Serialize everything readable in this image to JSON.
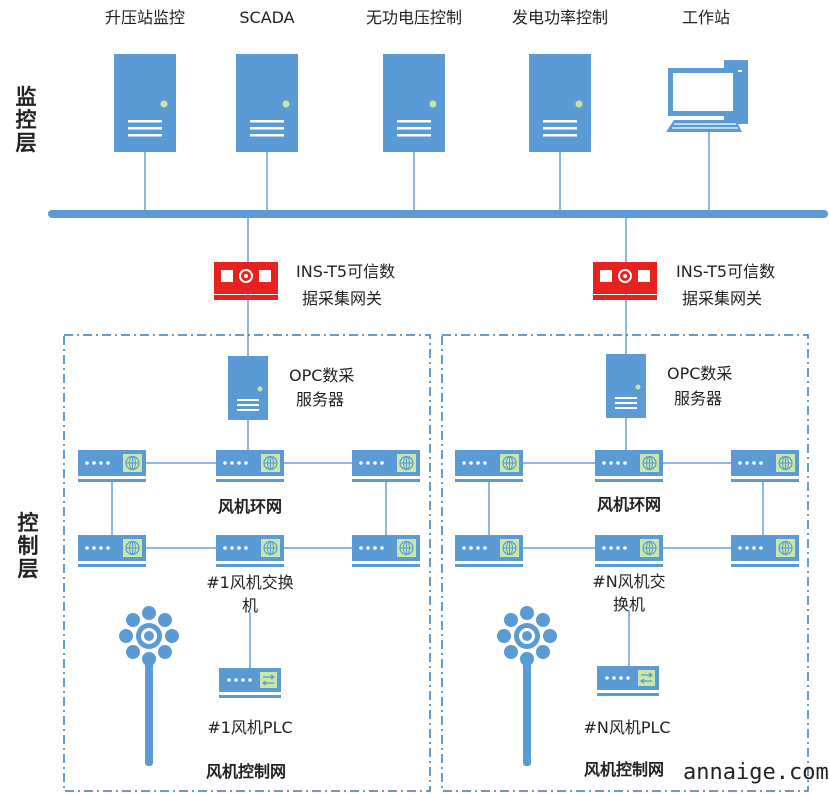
{
  "layers": {
    "monitor": "监控层",
    "control": "控制层"
  },
  "top": {
    "booster": "升压站监控",
    "scada": "SCADA",
    "reactive": "无功电压控制",
    "active": "发电功率控制",
    "workstation": "工作站"
  },
  "left": {
    "gateway_l1": "INS-T5可信数",
    "gateway_l2": "据采集网关",
    "opc_l1": "OPC数采",
    "opc_l2": "服务器",
    "ring": "风机环网",
    "switch_l1": "#1风机交换",
    "switch_l2": "机",
    "plc": "#1风机PLC",
    "net": "风机控制网"
  },
  "right": {
    "gateway_l1": "INS-T5可信数",
    "gateway_l2": "据采集网关",
    "opc_l1": "OPC数采",
    "opc_l2": "服务器",
    "ring": "风机环网",
    "switch_l1": "#N风机交",
    "switch_l2": "换机",
    "plc": "#N风机PLC",
    "net": "风机控制网"
  },
  "watermark": "annaige.com",
  "colors": {
    "device": "#5b9bd5",
    "gateway": "#e8211f",
    "bus": "#5b9bd5",
    "line": "#6aa0d0"
  }
}
